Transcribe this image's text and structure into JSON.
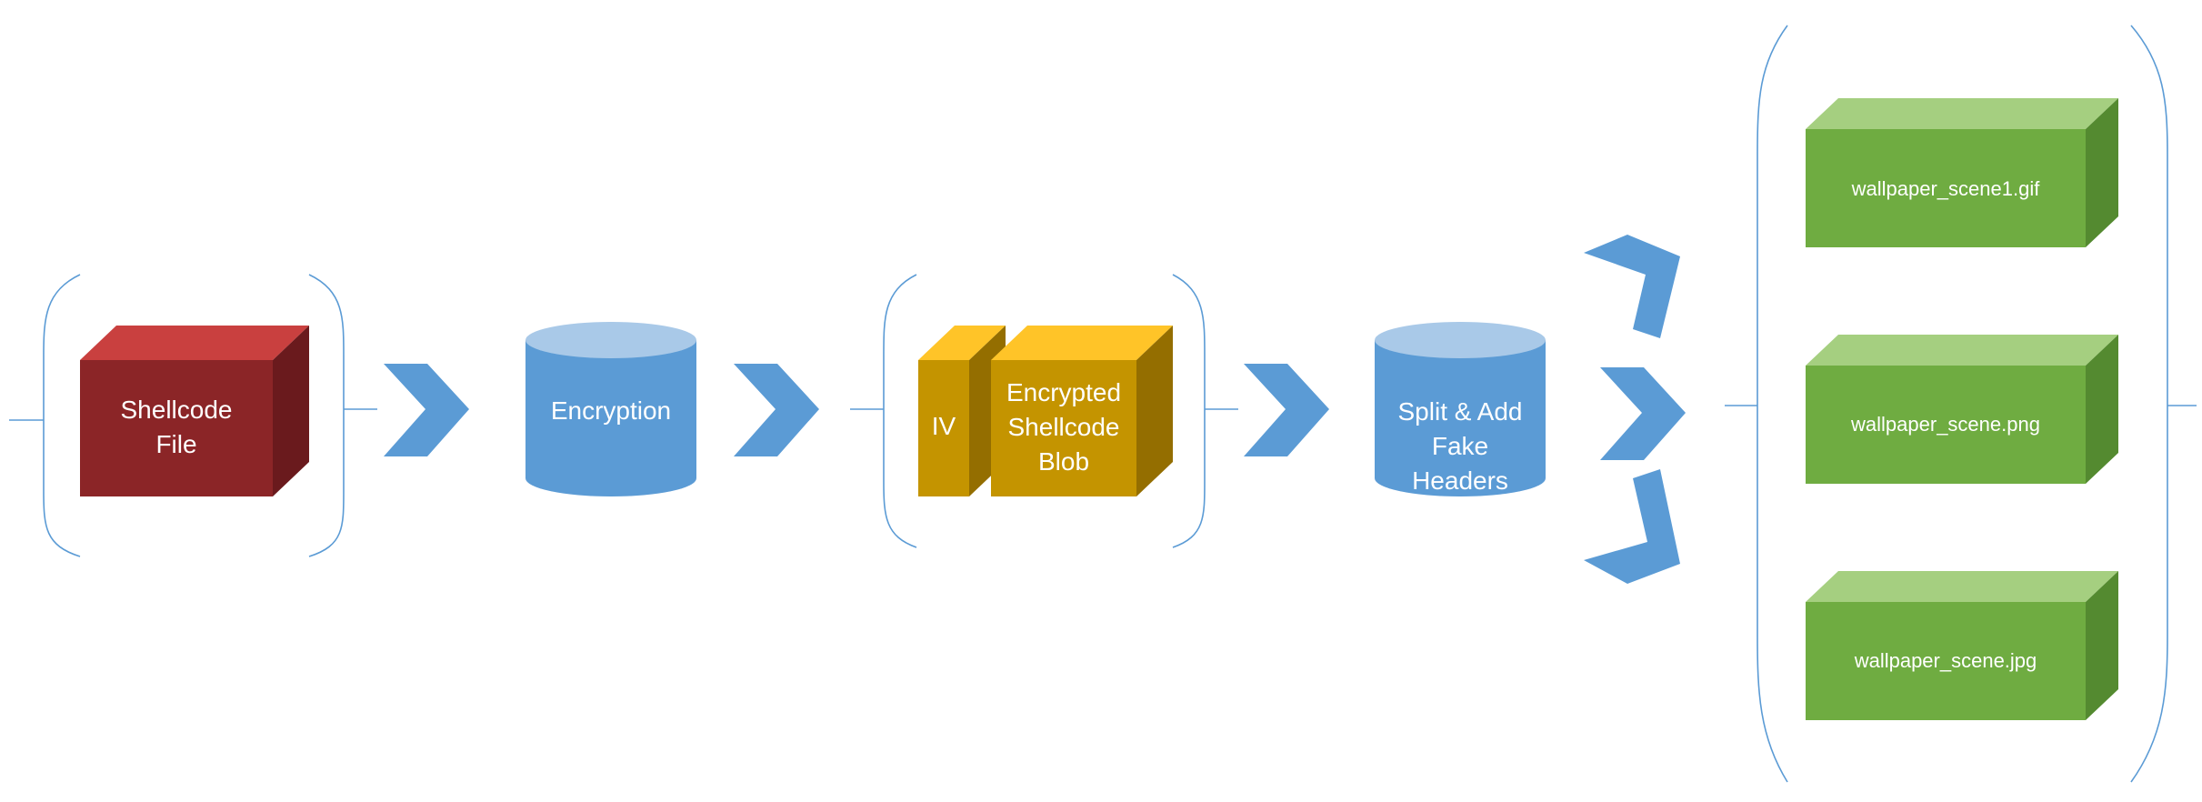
{
  "nodes": {
    "shellcode_file": {
      "lines": [
        "Shellcode",
        "File"
      ]
    },
    "encryption": {
      "lines": [
        "Encryption"
      ]
    },
    "iv": {
      "lines": [
        "IV"
      ]
    },
    "encrypted_blob": {
      "lines": [
        "Encrypted",
        "Shellcode",
        "Blob"
      ]
    },
    "split_headers": {
      "lines": [
        "Split & Add",
        "Fake",
        "Headers"
      ]
    },
    "outputs": [
      {
        "label": "wallpaper_scene1.gif"
      },
      {
        "label": "wallpaper_scene.png"
      },
      {
        "label": "wallpaper_scene.jpg"
      }
    ]
  },
  "colors": {
    "shellcode_front": "#8b2527",
    "shellcode_top": "#c9403f",
    "shellcode_side": "#6a1a1d",
    "cylinder_body": "#5b9bd5",
    "cylinder_top": "#a9c9e8",
    "gold_front": "#c49400",
    "gold_top": "#ffc428",
    "gold_side": "#946e00",
    "green_front": "#6fac41",
    "green_top": "#a5cf80",
    "green_side": "#548a30",
    "arrow": "#5b9bd5",
    "bracket": "#5b9bd5"
  }
}
